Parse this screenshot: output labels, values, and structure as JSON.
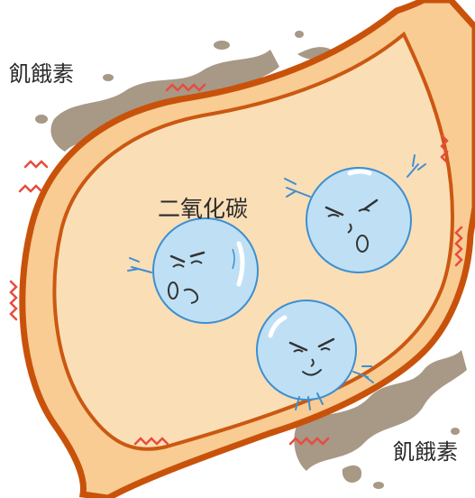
{
  "labels": {
    "ghrelin_top": "飢餓素",
    "ghrelin_bottom": "飢餓素",
    "co2": "二氧化碳"
  },
  "colors": {
    "vessel_outline": "#c9520b",
    "vessel_fill": "#f8cc93",
    "vessel_inner": "#fbe0b8",
    "bubble_fill": "#bfe0f4",
    "bubble_stroke": "#3d8fd1",
    "hormone_brown": "#a89886",
    "squiggle_red": "#e84c3d"
  },
  "icons": [
    "angry-co2-bubble",
    "ghrelin-splat",
    "red-squiggle"
  ]
}
